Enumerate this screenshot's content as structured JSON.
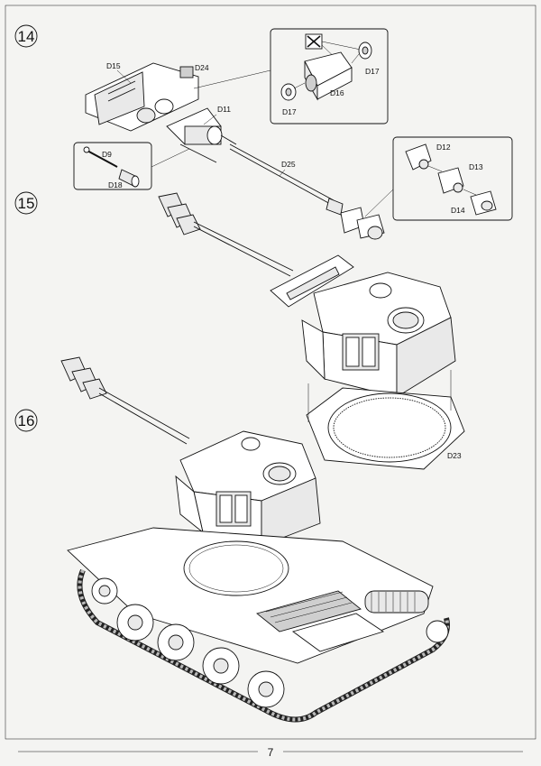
{
  "steps": [
    {
      "number": "14"
    },
    {
      "number": "15"
    },
    {
      "number": "16"
    }
  ],
  "parts": {
    "d15": "D15",
    "d24": "D24",
    "d11": "D11",
    "d16": "D16",
    "d17a": "D17",
    "d17b": "D17",
    "d9": "D9",
    "d18": "D18",
    "d25": "D25",
    "d12": "D12",
    "d13": "D13",
    "d14": "D14",
    "d23": "D23"
  },
  "icons": {
    "do_not_glue": "no-glue-icon"
  },
  "page_number": "7"
}
